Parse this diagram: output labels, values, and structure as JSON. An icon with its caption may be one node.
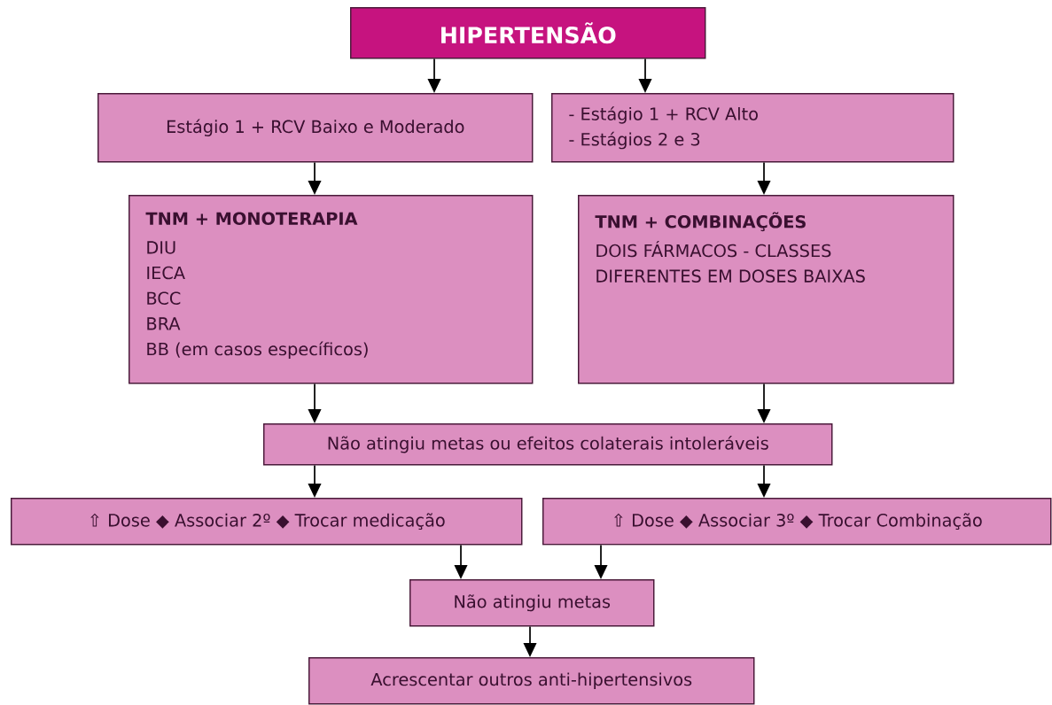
{
  "diagram": {
    "nodes": [
      {
        "text": [
          "HIPERTENSÃO"
        ]
      },
      {
        "text": [
          "Estágio 1 + RCV Baixo e Moderado"
        ]
      },
      {
        "text": [
          "- Estágio 1 + RCV Alto",
          "- Estágios 2 e 3"
        ]
      },
      {
        "text": [
          "TNM + MONOTERAPIA",
          "DIU",
          "IECA",
          "BCC",
          "BRA",
          "BB (em casos específicos)"
        ]
      },
      {
        "text": [
          "TNM + COMBINAÇÕES",
          "DOIS FÁRMACOS - CLASSES DIFERENTES EM DOSES BAIXAS"
        ]
      },
      {
        "text": [
          "Não atingiu metas ou efeitos colaterais intoleráveis"
        ]
      },
      {
        "text": [
          "⇧ Dose ◆ Associar 2º ◆ Trocar medicação"
        ]
      },
      {
        "text": [
          "⇧ Dose ◆ Associar 3º ◆ Trocar Combinação"
        ]
      },
      {
        "text": [
          "Não atingiu metas"
        ]
      },
      {
        "text": [
          "Acrescentar outros anti-hipertensivos"
        ]
      }
    ],
    "edges": [
      {
        "from": 0,
        "to": 1,
        "arrow": "to"
      },
      {
        "from": 0,
        "to": 2,
        "arrow": "to"
      },
      {
        "from": 1,
        "to": 3,
        "arrow": "to"
      },
      {
        "from": 2,
        "to": 4,
        "arrow": "to"
      },
      {
        "from": 3,
        "to": 5,
        "arrow": "to"
      },
      {
        "from": 4,
        "to": 5,
        "arrow": "to"
      },
      {
        "from": 5,
        "to": 6,
        "arrow": "to"
      },
      {
        "from": 5,
        "to": 7,
        "arrow": "to"
      },
      {
        "from": 6,
        "to": 8,
        "arrow": "to"
      },
      {
        "from": 7,
        "to": 8,
        "arrow": "to"
      },
      {
        "from": 8,
        "to": 9,
        "arrow": "to"
      }
    ]
  }
}
